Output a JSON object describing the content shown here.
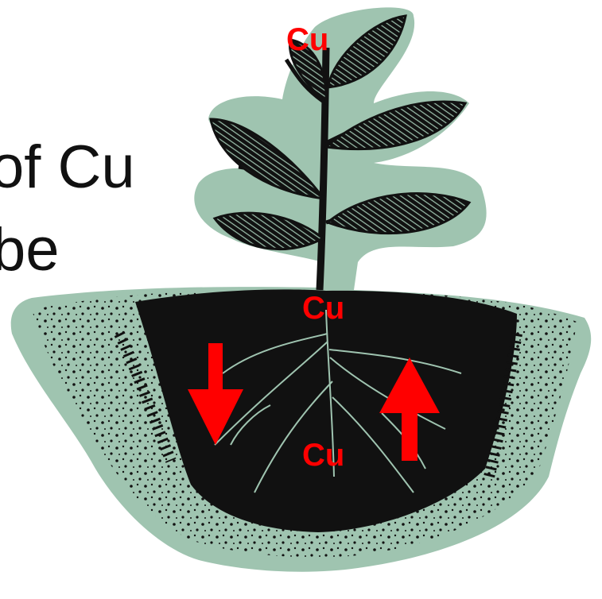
{
  "text": {
    "line1": "of Cu",
    "line2": "be"
  },
  "labels": {
    "cu_top": "Cu",
    "cu_stem": "Cu",
    "cu_root": "Cu"
  },
  "colors": {
    "label": "#ff0000",
    "arrow": "#ff0000",
    "backdrop": "#9fc4b0",
    "ink": "#111111"
  },
  "arrows": {
    "left_direction": "down",
    "right_direction": "up"
  }
}
